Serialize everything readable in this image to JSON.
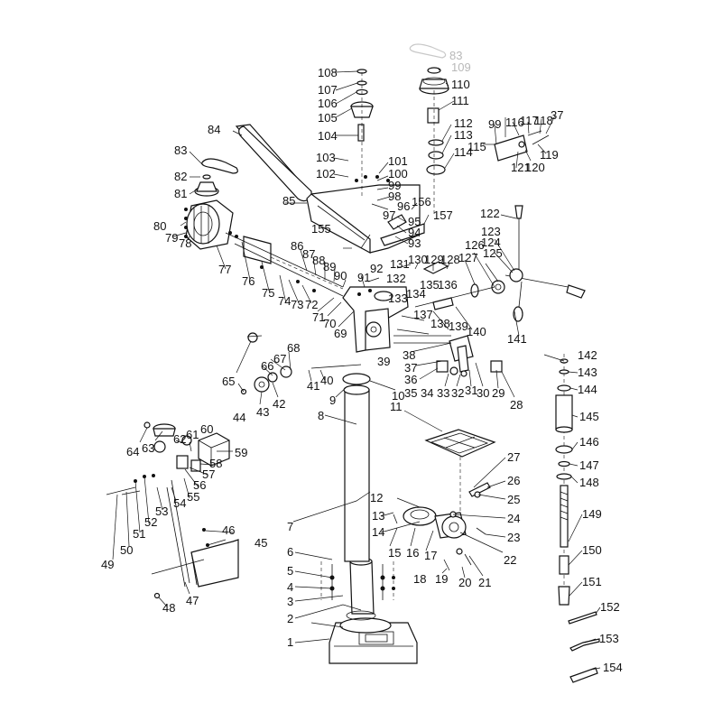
{
  "diagram": {
    "part_numbers": [
      "1",
      "2",
      "3",
      "4",
      "5",
      "6",
      "7",
      "8",
      "9",
      "10",
      "11",
      "12",
      "13",
      "14",
      "15",
      "16",
      "17",
      "18",
      "19",
      "20",
      "21",
      "22",
      "23",
      "24",
      "25",
      "26",
      "27",
      "28",
      "29",
      "30",
      "31",
      "32",
      "33",
      "34",
      "35",
      "36",
      "37",
      "38",
      "39",
      "40",
      "41",
      "42",
      "43",
      "44",
      "45",
      "46",
      "47",
      "48",
      "49",
      "50",
      "51",
      "52",
      "53",
      "54",
      "55",
      "56",
      "57",
      "58",
      "59",
      "60",
      "61",
      "62",
      "63",
      "64",
      "65",
      "66",
      "67",
      "68",
      "69",
      "70",
      "71",
      "72",
      "73",
      "74",
      "75",
      "76",
      "77",
      "78",
      "79",
      "80",
      "81",
      "82",
      "83",
      "84",
      "85",
      "86",
      "87",
      "88",
      "89",
      "90",
      "91",
      "92",
      "93",
      "94",
      "95",
      "96",
      "97",
      "98",
      "99",
      "100",
      "101",
      "102",
      "103",
      "104",
      "105",
      "106",
      "107",
      "108",
      "109",
      "110",
      "111",
      "112",
      "113",
      "114",
      "115",
      "116",
      "117",
      "118",
      "119",
      "120",
      "121",
      "122",
      "123",
      "124",
      "125",
      "126",
      "127",
      "128",
      "129",
      "130",
      "131",
      "132",
      "133",
      "134",
      "135",
      "136",
      "137",
      "138",
      "139",
      "140",
      "141",
      "142",
      "143",
      "144",
      "145",
      "146",
      "147",
      "148",
      "149",
      "150",
      "151",
      "152",
      "153",
      "154",
      "155",
      "156",
      "157"
    ],
    "extra_labels": [
      "99",
      "83",
      "37"
    ]
  }
}
